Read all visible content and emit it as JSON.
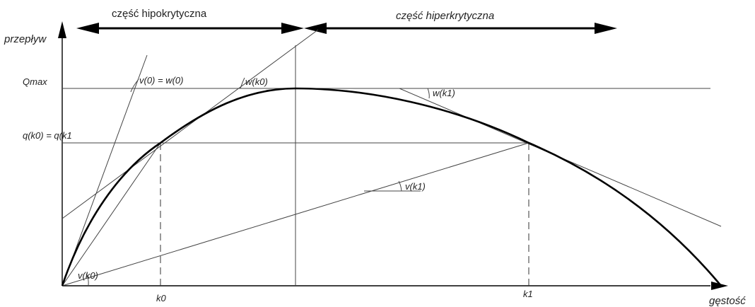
{
  "labels": {
    "y_axis": "przepływ",
    "x_axis": "gęstość",
    "qmax": "Qmax",
    "q_equal": "q(k0) = q(k1",
    "k0": "k0",
    "k1": "k1",
    "v0_w0": "v(0) = w(0)",
    "w_k0": "w(k0)",
    "w_k1": "w(k1)",
    "v_k1": "v(k1)",
    "v_k0": "v(k0)",
    "hypocritical": "część hipokrytyczna",
    "hypercritical": "część hiperkrytyczna"
  },
  "colors": {
    "ink": "#000000",
    "thin_line": "#444444"
  }
}
